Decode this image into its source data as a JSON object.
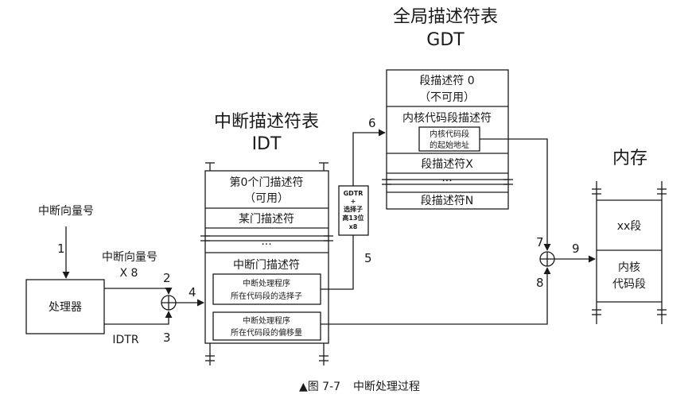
{
  "gdt": {
    "title_line1": "全局描述符表",
    "title_line2": "GDT",
    "row0_line1": "段描述符 0",
    "row0_line2": "（不可用）",
    "kernel_desc": "内核代码段描述符",
    "kernel_base_line1": "内核代码段",
    "kernel_base_line2": "的起始地址",
    "desc_x": "段描述符X",
    "dots": "···",
    "desc_n": "段描述符N"
  },
  "idt": {
    "title_line1": "中断描述符表",
    "title_line2": "IDT",
    "row0_line1": "第0个门描述符",
    "row0_line2": "（可用）",
    "gate_desc": "某门描述符",
    "dots": "···",
    "int_gate": "中断门描述符",
    "selector_line1": "中断处理程序",
    "selector_line2": "所在代码段的选择子",
    "offset_line1": "中断处理程序",
    "offset_line2": "所在代码段的偏移量"
  },
  "memory": {
    "title": "内存",
    "seg_xx": "xx段",
    "kernel_line1": "内核",
    "kernel_line2": "代码段"
  },
  "processor": "处理器",
  "vector_label": "中断向量号",
  "vector_label_2": "中断向量号",
  "times8": "X 8",
  "idtr": "IDTR",
  "gdtr_box": [
    "GDTR",
    "+",
    "选择子",
    "高13位",
    "x8"
  ],
  "steps": [
    "1",
    "2",
    "3",
    "4",
    "5",
    "6",
    "7",
    "8",
    "9"
  ],
  "caption_prefix": "▲图 7-7",
  "caption_text": "中断处理过程"
}
